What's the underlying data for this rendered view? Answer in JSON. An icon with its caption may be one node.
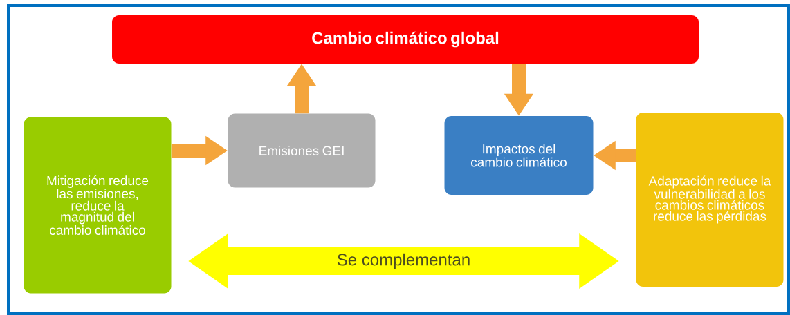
{
  "diagram": {
    "nodes": [
      {
        "text": [
          "Cambio climático global"
        ]
      },
      {
        "text": [
          "Mitigación reduce las emisiones, reduce la magnitud del cambio climático"
        ]
      },
      {
        "text": [
          "Emisiones GEI"
        ]
      },
      {
        "text": [
          "Impactos del cambio climático"
        ]
      },
      {
        "text": [
          "Adaptación reduce la vulnerabilidad a los cambios climáticos reduce las pérdidas"
        ]
      }
    ],
    "edges": [
      {
        "from": 1,
        "to": 2,
        "arrow": "to"
      },
      {
        "from": 2,
        "to": 0,
        "arrow": "to"
      },
      {
        "from": 0,
        "to": 3,
        "arrow": "to"
      },
      {
        "from": 4,
        "to": 3,
        "arrow": "to"
      },
      {
        "from": 1,
        "to": 4,
        "arrow": "both",
        "label": "Se complementan",
        "style": "thick",
        "color": "#ffff00"
      }
    ]
  }
}
